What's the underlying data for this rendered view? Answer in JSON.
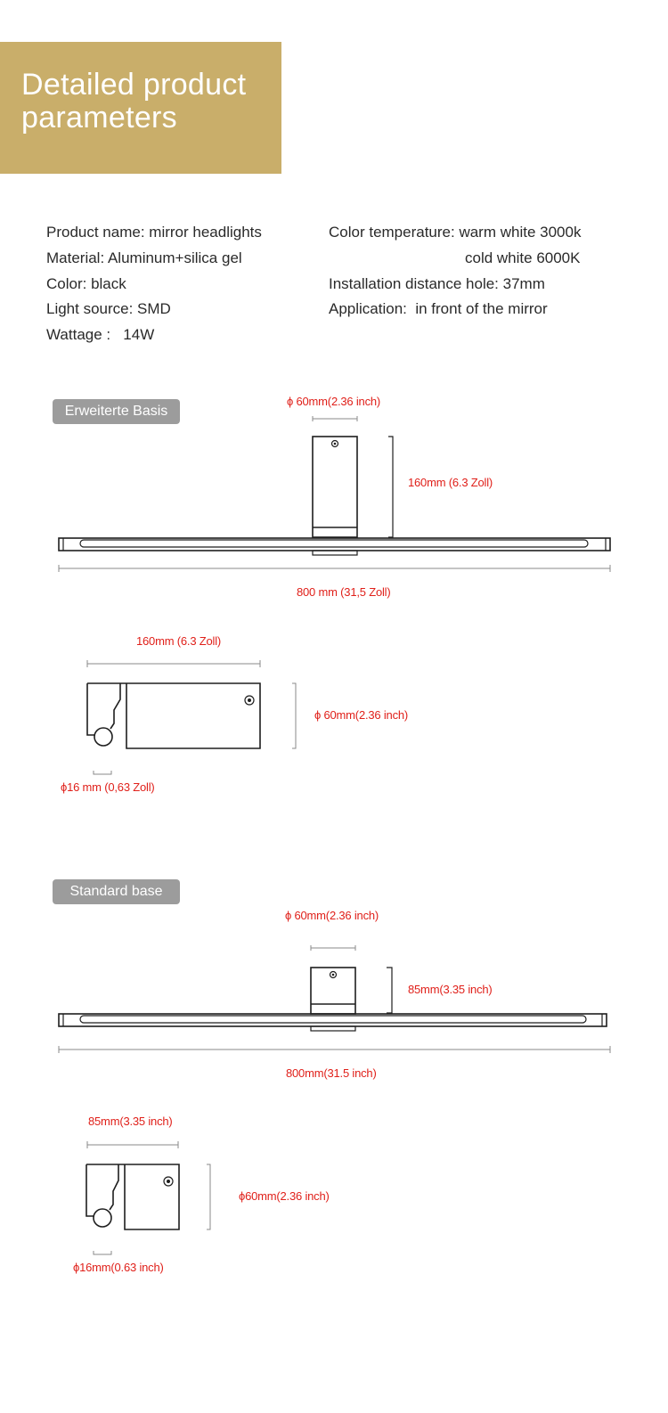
{
  "header": {
    "title_line1": "Detailed product",
    "title_line2": "parameters"
  },
  "specs": {
    "product_name": "Product name: mirror headlights",
    "material": "Material: Aluminum+silica gel",
    "color": "Color: black",
    "light_source": "Light source: SMD",
    "wattage": "Wattage :   14W",
    "color_temp": "Color temperature: warm white 3000k",
    "color_temp_cold": "cold white 6000K",
    "installation": "Installation distance hole: 37mm",
    "application": "Application:  in front of the mirror"
  },
  "extended": {
    "label": "Erweiterte Basis",
    "diameter_top": "ϕ 60mm(2.36 inch)",
    "height": "160mm (6.3 Zoll)",
    "length": "800 mm (31,5 Zoll)",
    "side_length": "160mm (6.3 Zoll)",
    "side_diameter": "ϕ 60mm(2.36 inch)",
    "hole": "ϕ16 mm (0,63 Zoll)"
  },
  "standard": {
    "label": "Standard base",
    "diameter_top": "ϕ 60mm(2.36 inch)",
    "height": "85mm(3.35 inch)",
    "length": "800mm(31.5 inch)",
    "side_length": "85mm(3.35 inch)",
    "side_diameter": "ϕ60mm(2.36 inch)",
    "hole": "ϕ16mm(0.63 inch)"
  },
  "colors": {
    "header_band": "#c9ae6a",
    "dimension_text": "#e0201a",
    "pill": "#9c9c9c"
  }
}
